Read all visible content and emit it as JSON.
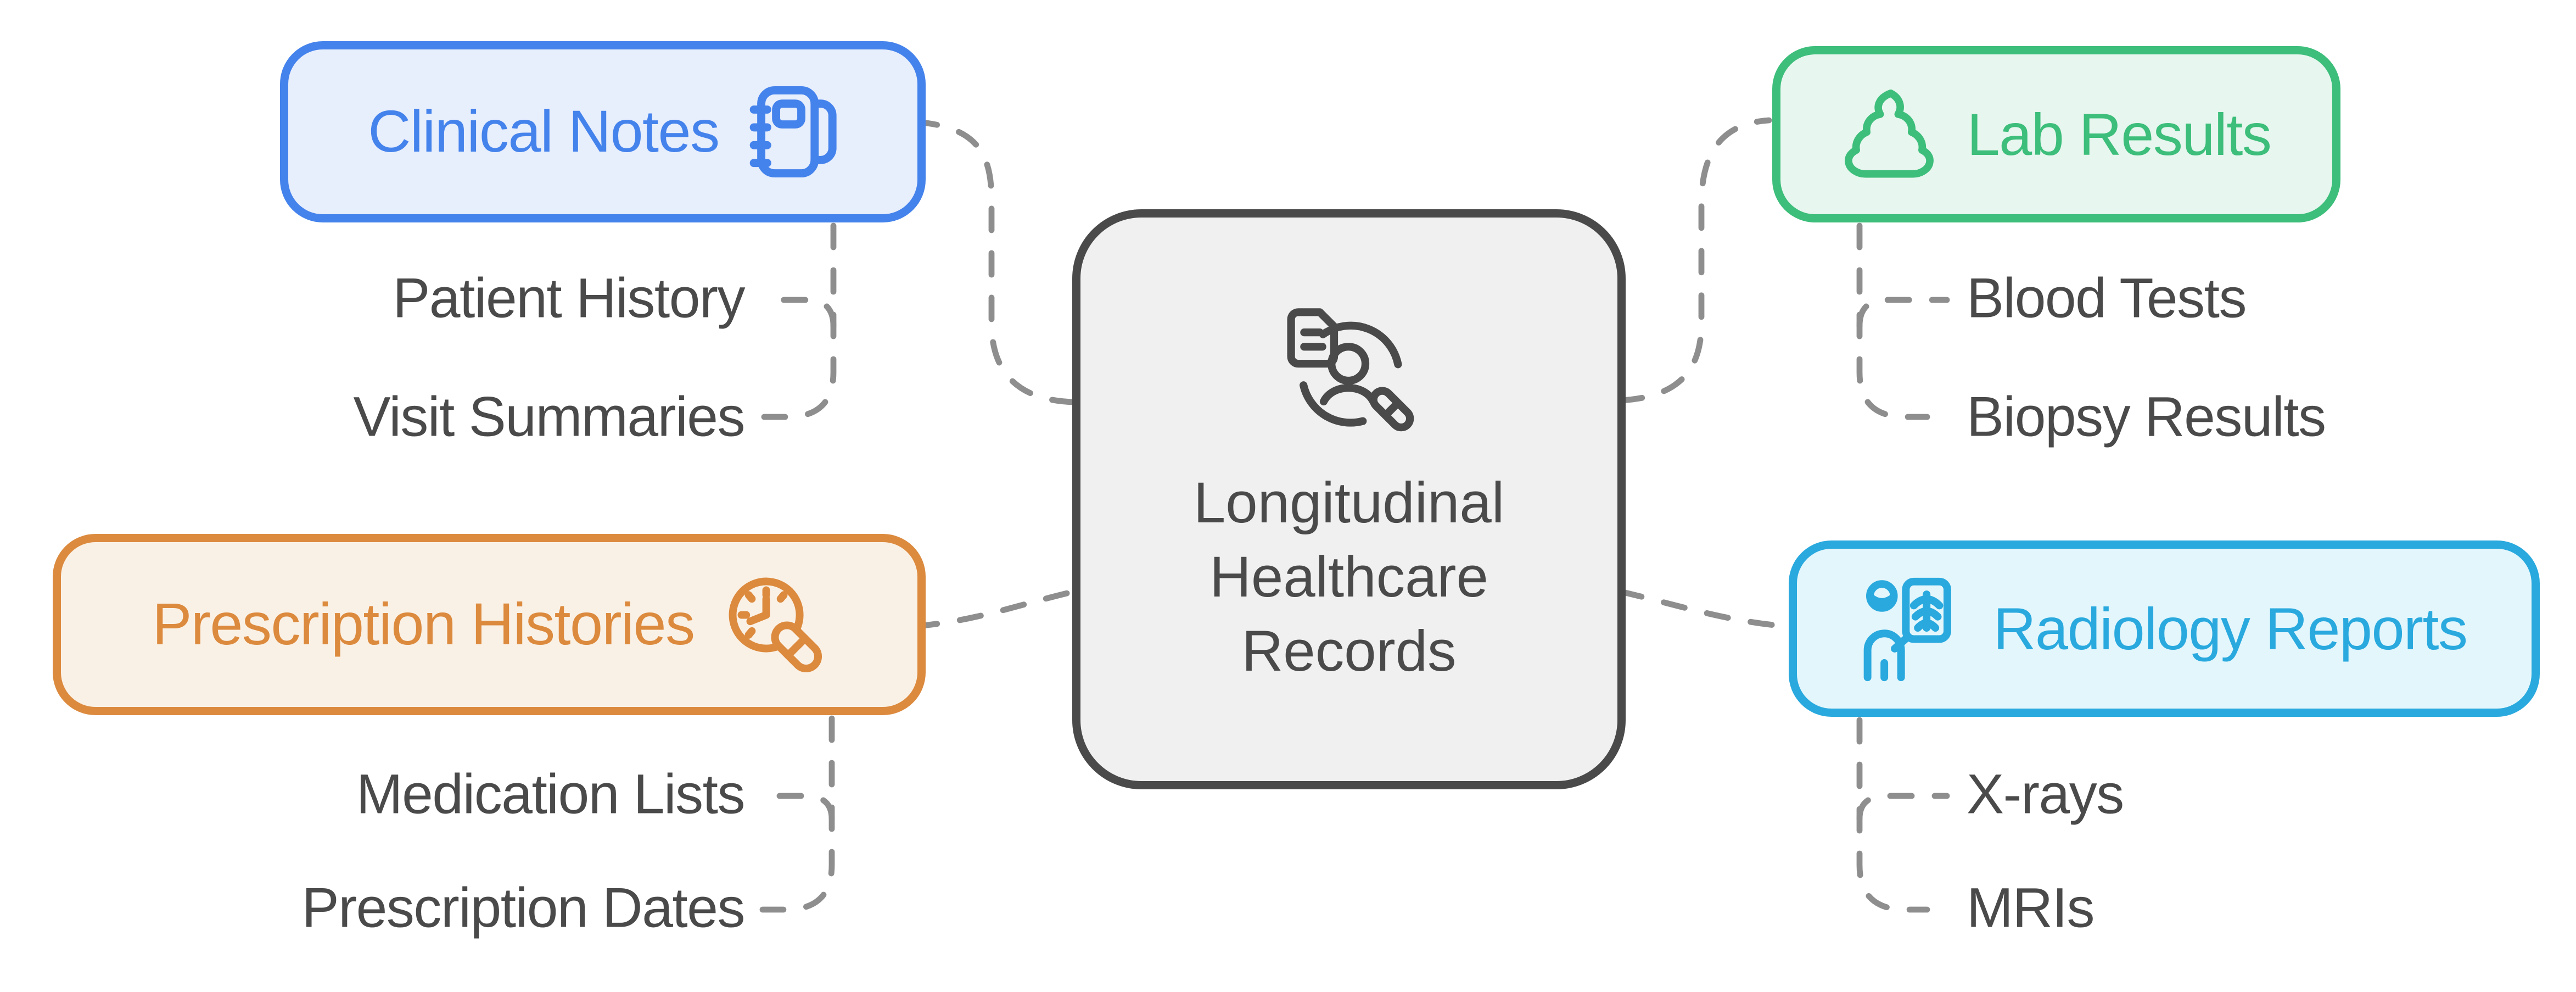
{
  "diagram": {
    "center": {
      "title_lines": [
        "Longitudinal",
        "Healthcare",
        "Records"
      ],
      "icon": "patient-record-icon",
      "border_color": "#4A4A4A",
      "fill_color": "#F0F0F0"
    },
    "branches": [
      {
        "id": "clinical-notes",
        "label": "Clinical Notes",
        "icon": "notebook-icon",
        "color": "#4583EC",
        "fill": "#E7EEFC",
        "children": [
          "Patient History",
          "Visit Summaries"
        ]
      },
      {
        "id": "lab-results",
        "label": "Lab Results",
        "icon": "stool-sample-icon",
        "color": "#3DBE7B",
        "fill": "#E7F6EE",
        "children": [
          "Blood Tests",
          "Biopsy Results"
        ]
      },
      {
        "id": "prescription-histories",
        "label": "Prescription Histories",
        "icon": "clock-pill-icon",
        "color": "#DC8A3E",
        "fill": "#FAF1E6",
        "children": [
          "Medication Lists",
          "Prescription Dates"
        ]
      },
      {
        "id": "radiology-reports",
        "label": "Radiology Reports",
        "icon": "xray-patient-icon",
        "color": "#29A9DE",
        "fill": "#E3F6FC",
        "children": [
          "X-rays",
          "MRIs"
        ]
      }
    ],
    "connector_color": "#8E8E8E",
    "text_color": "#4A4A4A"
  }
}
